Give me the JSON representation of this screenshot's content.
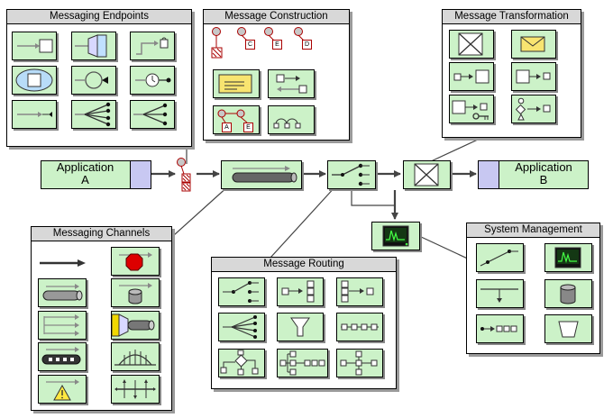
{
  "panels": {
    "endpoints": "Messaging Endpoints",
    "construction": "Message Construction",
    "transformation": "Message Transformation",
    "channels": "Messaging Channels",
    "routing": "Message Routing",
    "management": "System Management"
  },
  "apps": {
    "a_line1": "Application",
    "a_line2": "A",
    "b_line1": "Application",
    "b_line2": "B"
  },
  "letters": {
    "c": "C",
    "e": "E",
    "d": "D",
    "a": "A"
  }
}
